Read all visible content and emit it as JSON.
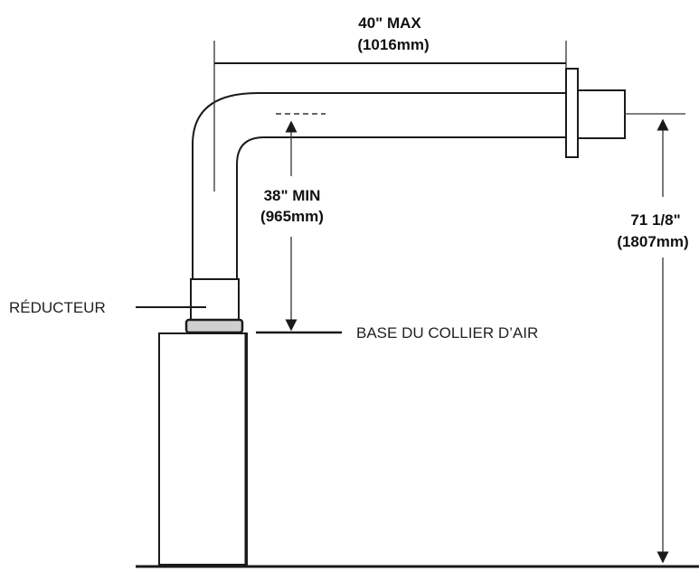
{
  "dimensions": {
    "width_label": "40\" MAX",
    "width_metric": "(1016mm)",
    "min_height_label": "38\" MIN",
    "min_height_metric": "(965mm)",
    "total_height_label": "71 1/8\"",
    "total_height_metric": "(1807mm)"
  },
  "labels": {
    "reducer": "RÉDUCTEUR",
    "collar_base": "BASE DU COLLIER D’AIR"
  }
}
